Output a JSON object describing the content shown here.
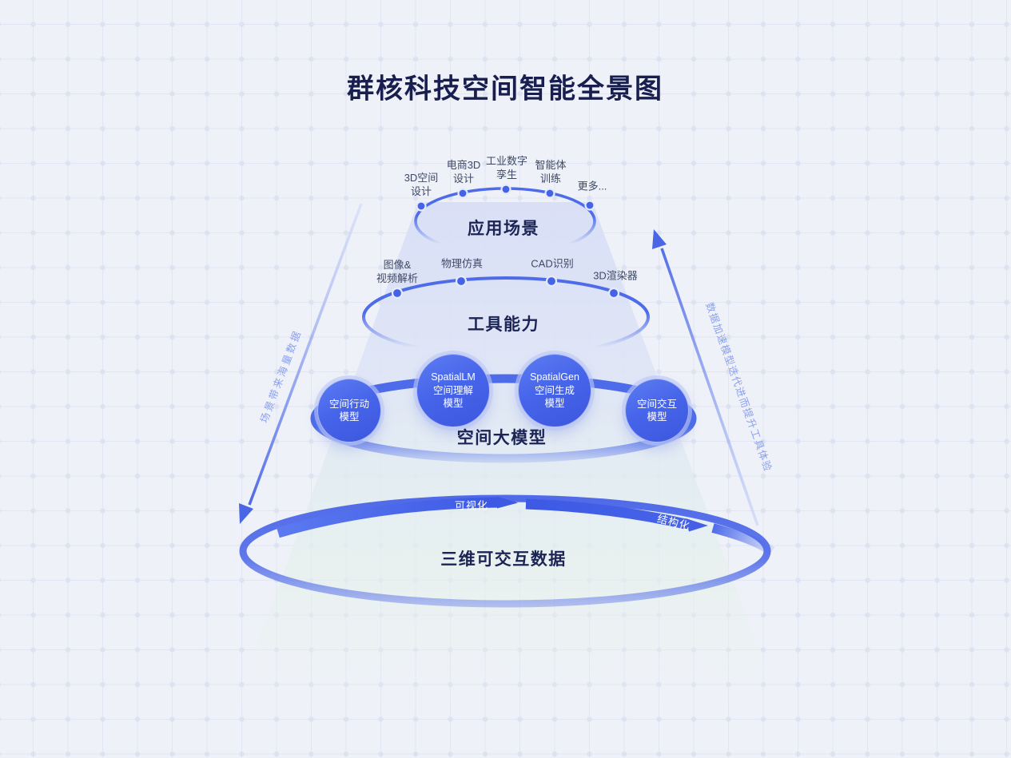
{
  "title": "群核科技空间智能全景图",
  "layers": {
    "applications": {
      "label": "应用场景",
      "nodes": [
        {
          "label": "3D空间\n设计"
        },
        {
          "label": "电商3D\n设计"
        },
        {
          "label": "工业数字\n孪生"
        },
        {
          "label": "智能体\n训练"
        },
        {
          "label": "更多..."
        }
      ]
    },
    "tools": {
      "label": "工具能力",
      "nodes": [
        {
          "label": "图像&\n视频解析"
        },
        {
          "label": "物理仿真"
        },
        {
          "label": "CAD识别"
        },
        {
          "label": "3D渲染器"
        }
      ]
    },
    "models": {
      "label": "空间大模型",
      "nodes": [
        {
          "label": "空间行动\n模型"
        },
        {
          "label": "SpatialLM\n空间理解\n模型"
        },
        {
          "label": "SpatialGen\n空间生成\n模型"
        },
        {
          "label": "空间交互\n模型"
        }
      ]
    },
    "data": {
      "label": "三维可交互数据",
      "ribbon_labels": [
        {
          "label": "可视化"
        },
        {
          "label": "结构化"
        }
      ]
    }
  },
  "side_arrows": {
    "left": {
      "label": "场景带来海量数据"
    },
    "right": {
      "label": "数据加速模型迭代进而提升工具体验"
    }
  },
  "colors": {
    "accent": "#4b69e8",
    "ribbon": "#3f5ae2",
    "title_text": "#181f4e",
    "side_text": "#8ba0ef",
    "background": "#eef1f8"
  }
}
